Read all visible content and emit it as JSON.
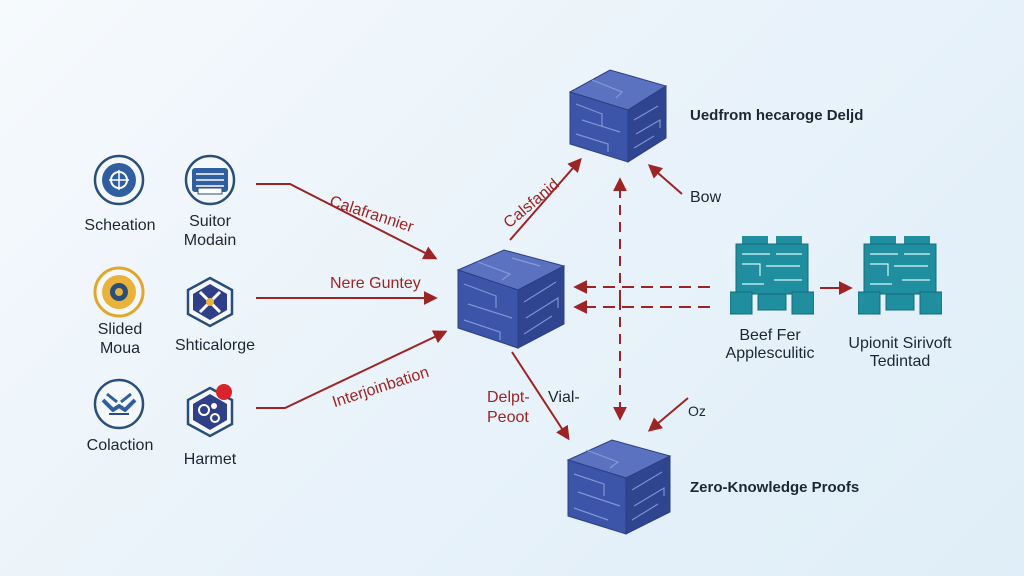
{
  "labels": {
    "top_cube": "Uedfrom hecaroge Deljd",
    "bottom_cube": "Zero-Knowledge Proofs",
    "bow": "Bow",
    "oz": "Oz",
    "mid_left_1": "Beef Fer",
    "mid_left_2": "Applesculitic",
    "mid_right_1": "Upionit Sirivoft",
    "mid_right_2": "Tedintad",
    "arrow_top": "Calafrannier",
    "arrow_mid": "Nere Guntey",
    "arrow_bottom": "Interjoinbation",
    "diag_up": "Calsfanid",
    "delpt_1": "Delpt-",
    "delpt_2": "Peoot",
    "vial": "Vial-"
  },
  "left_items": [
    {
      "name": "scheation",
      "label": "Scheation"
    },
    {
      "name": "suitor-modain",
      "label": "Suitor\nModain"
    },
    {
      "name": "slided-moua",
      "label": "Slided\nMoua"
    },
    {
      "name": "shticalorge",
      "label": "Shticalorge"
    },
    {
      "name": "colaction",
      "label": "Colaction"
    },
    {
      "name": "harmet",
      "label": "Harmet"
    }
  ],
  "icons": [
    "compass-icon",
    "book-icon",
    "sun-icon",
    "tools-icon",
    "handshake-icon",
    "gear-cluster-icon",
    "cube-icon",
    "circuit-board-icon"
  ],
  "colors": {
    "cube": "#3d55a8",
    "cube_top": "#5a72c0",
    "cube_dark": "#2c3f86",
    "arrow": "#9c2424",
    "board": "#1f8fa0",
    "icon_ring": "#2a4e7a"
  }
}
